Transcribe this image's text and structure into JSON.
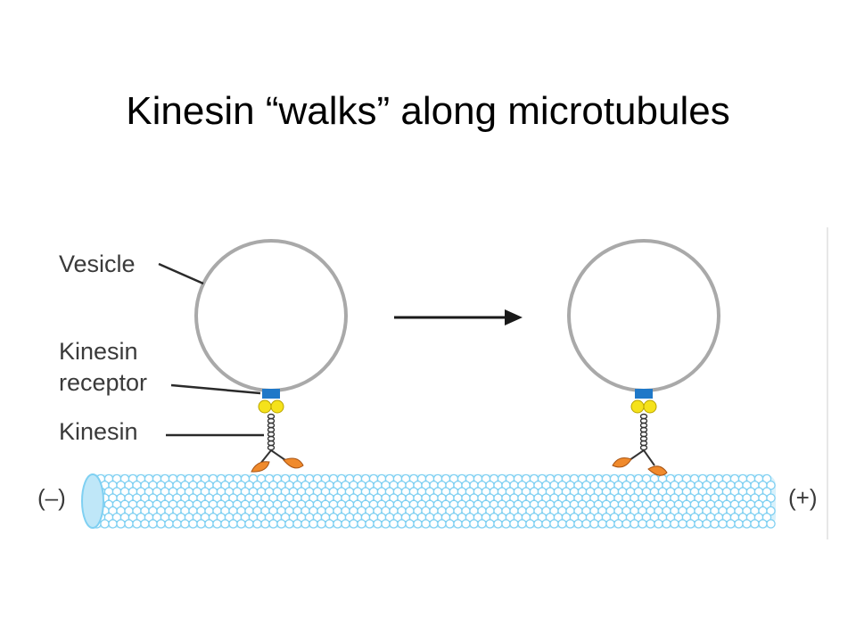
{
  "slide": {
    "title": "Kinesin “walks” along microtubules"
  },
  "labels": {
    "vesicle": "Vesicle",
    "receptor_line1": "Kinesin",
    "receptor_line2": "receptor",
    "kinesin": "Kinesin",
    "minus_end": "(–)",
    "plus_end": "(+)"
  },
  "colors": {
    "vesicle_stroke": "#a9a9a9",
    "receptor": "#1f78c8",
    "kinesin_head_light": "#f5e21b",
    "kinesin_foot": "#f08a2c",
    "microtubule_subunit": "#7fd0f2",
    "microtubule_fill": "#d9f1fb",
    "arrow": "#1a1a1a",
    "leader_line": "#2a2a2a"
  },
  "icons": {
    "motion_arrow": "right-arrow-icon"
  }
}
